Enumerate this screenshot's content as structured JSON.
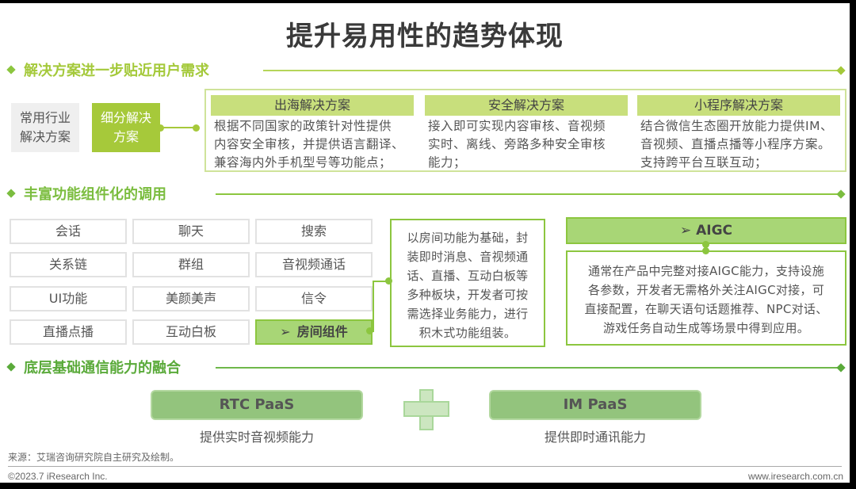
{
  "title": "提升易用性的趋势体现",
  "colors": {
    "section1_accent": "#a4c93a",
    "section2_accent": "#7bbd3f",
    "section3_accent": "#5aaa3a",
    "solution_header_bg": "#c8df7c",
    "active_cell_bg": "#a8d676",
    "paas_bg": "#93c47d"
  },
  "section1": {
    "heading": "解决方案进一步贴近用户需求",
    "common_solution": [
      "常用行业",
      "解决方案"
    ],
    "sub_solution": [
      "细分解决",
      "方案"
    ],
    "solutions": [
      {
        "title": "出海解决方案",
        "lines": [
          "根据不同国家的政策针对性提供",
          "内容安全审核，并提供语言翻译、",
          "兼容海内外手机型号等功能点；"
        ]
      },
      {
        "title": "安全解决方案",
        "lines": [
          "接入即可实现内容审核、音视频",
          "实时、离线、旁路多种安全审核",
          "能力；"
        ]
      },
      {
        "title": "小程序解决方案",
        "lines": [
          "结合微信生态圈开放能力提供IM、",
          "音视频、直播点播等小程序方案。",
          "支持跨平台互联互动；"
        ]
      }
    ]
  },
  "section2": {
    "heading": "丰富功能组件化的调用",
    "components": [
      [
        "会话",
        "聊天",
        "搜索"
      ],
      [
        "关系链",
        "群组",
        "音视频通话"
      ],
      [
        "UI功能",
        "美颜美声",
        "信令"
      ],
      [
        "直播点播",
        "互动白板",
        "房间组件"
      ]
    ],
    "active_component_prefix": "➢",
    "room_description": [
      "以房间功能为基础，封",
      "装即时消息、音视频通",
      "话、直播、互动白板等",
      "多种板块，开发者可按",
      "需选择业务能力，进行",
      "积木式功能组装。"
    ],
    "aigc": {
      "title": "➢  AIGC",
      "lines": [
        "通常在产品中完整对接AIGC能力，支持设施",
        "各参数，开发者无需格外关注AIGC对接，可",
        "直接配置，在聊天语句话题推荐、NPC对话、",
        "游戏任务自动生成等场景中得到应用。"
      ]
    }
  },
  "section3": {
    "heading": "底层基础通信能力的融合",
    "rtc": {
      "title": "RTC PaaS",
      "desc": "提供实时音视频能力"
    },
    "im": {
      "title": "IM PaaS",
      "desc": "提供即时通讯能力"
    },
    "plus_icon": "plus-icon"
  },
  "footer": {
    "source": "来源：艾瑞咨询研究院自主研究及绘制。",
    "copyright": "©2023.7 iResearch Inc.",
    "website": "www.iresearch.com.cn"
  }
}
